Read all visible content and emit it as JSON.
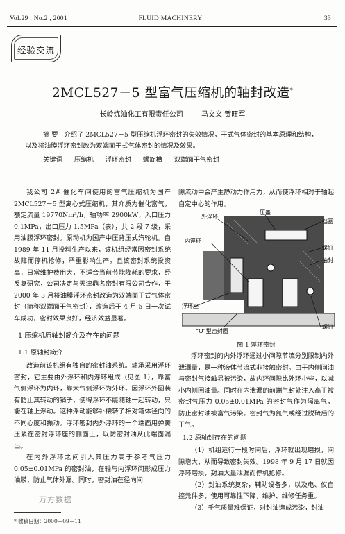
{
  "header": {
    "volume": "Vol.29 , No.2 , 2001",
    "journal": "FLUID  MACHINERY",
    "page": "33"
  },
  "section_tag": "经验交流",
  "title": "2MCL527－5 型富气压缩机的轴封改造",
  "title_mark": "*",
  "authors": {
    "affiliation": "长岭炼油化工有限责任公司",
    "names": "马文义  贺旺军"
  },
  "abstract": {
    "label": "摘  要",
    "text": "介绍了 2MCL527－5 型压缩机浮环密封的失效情况，干式气体密封的基本原理和结构，以及将油膜浮环密封改为双端面干式气体密封的情况及效果。"
  },
  "keywords": {
    "label": "关键词",
    "items": [
      "压缩机",
      "浮环密封",
      "螺旋槽",
      "双端面干气密封"
    ]
  },
  "body": {
    "intro": "我公司 2# 催化车间使用的富气压缩机为国产 2MCL527－5 型离心式压缩机，其介质为催化富气，额定流量 19770Nm³/h，轴功率 2900kW，入口压力 0.1MPa，出口压力 1.5MPa（表），共 2 段 7 级，采用油膜浮环密封。原动机为国产中压背压式汽轮机。自 1989 年 11 月投料生产以来，该机组经常因密封系统故障而停机抢修，严重影响生产。且该密封系统投资高，日常维护费用大，不适合当前节能降耗的要求，经反复研究，公司决定与天津鼎名密封有限公司合作，于 2000 年 3 月将油膜浮环密封改造为双端面干式气体密封（简称双端面干气密封），改造后于 4 月 5 日一次试车成功，密封效果良好，经济效益显著。",
    "h1": "1  压缩机原轴封简介及存在的问题",
    "h1_1": "1.1  原轴封简介",
    "p1": "改造前该机组有独自的密封油系统。轴承采用浮环密封，它主要由外浮环和内浮环组成（见图 1），靠富气侧浮环为内环，靠大气侧浮环为外环。因浮环外圆装有防止其转动的销子，使得浮环不能随轴一起转动，只能在轴上浮动。这种浮动能够补偿转子相对箱体径向的不同心度和振动。浮环密封内外浮环的一个端面用弹簧压紧在密封浮环座的侧面上，以防密封油从此端面漏出。",
    "p2": "在内外浮环之间引入其压力高于参考气压力 0.05±0.01MPa 的密封油，在轴与内浮环间形成压力油膜，防止气体外漏。同时，密封油在径向间",
    "r1": "隙流动中会产生静动力作用力，从而使浮环相对于轴起自定中心的作用。",
    "fig_caption": "图 1  浮环密封",
    "fig_labels": [
      "外浮环",
      "压盖",
      "内浮环",
      "挡圈",
      "螺钉",
      "油封",
      "浮环座",
      "“O”型密封圈",
      "螺钉"
    ],
    "r2": "浮环密封的内外浮环通过小间隙节流分别限制内外泄漏量，是一种液体节流式非接触密封。由于内侧间油与密封气接触易被污染，故内环间隙比外环小些，以减小内侧回油量。同时在内泄漏的前端气封处注入高于被密封气压力 0.05±0.01MPa 的密封气作为隔离气，防止密封油被富气污染。密封气为氮气或经过脱硫后的干气。",
    "h1_2": "1.2  原轴封存在的问题",
    "r3": "（1）机组运行一段时间后，浮环就出现磨损，间隙增大，从而导致密封失效。1998 年 9 月 17 日就因浮环磨损，封油大量泄漏而停机抢修。",
    "r4": "（2）封油系统复杂，辅助设备多，以及电、仪自控元件多，使用可靠性下降，维护、维修任务重。",
    "r5": "（3）千气质量难保证，对封油造成污染，封油"
  },
  "footnote": "* 收稿日期：2000－09－11",
  "watermark": "万方数据"
}
